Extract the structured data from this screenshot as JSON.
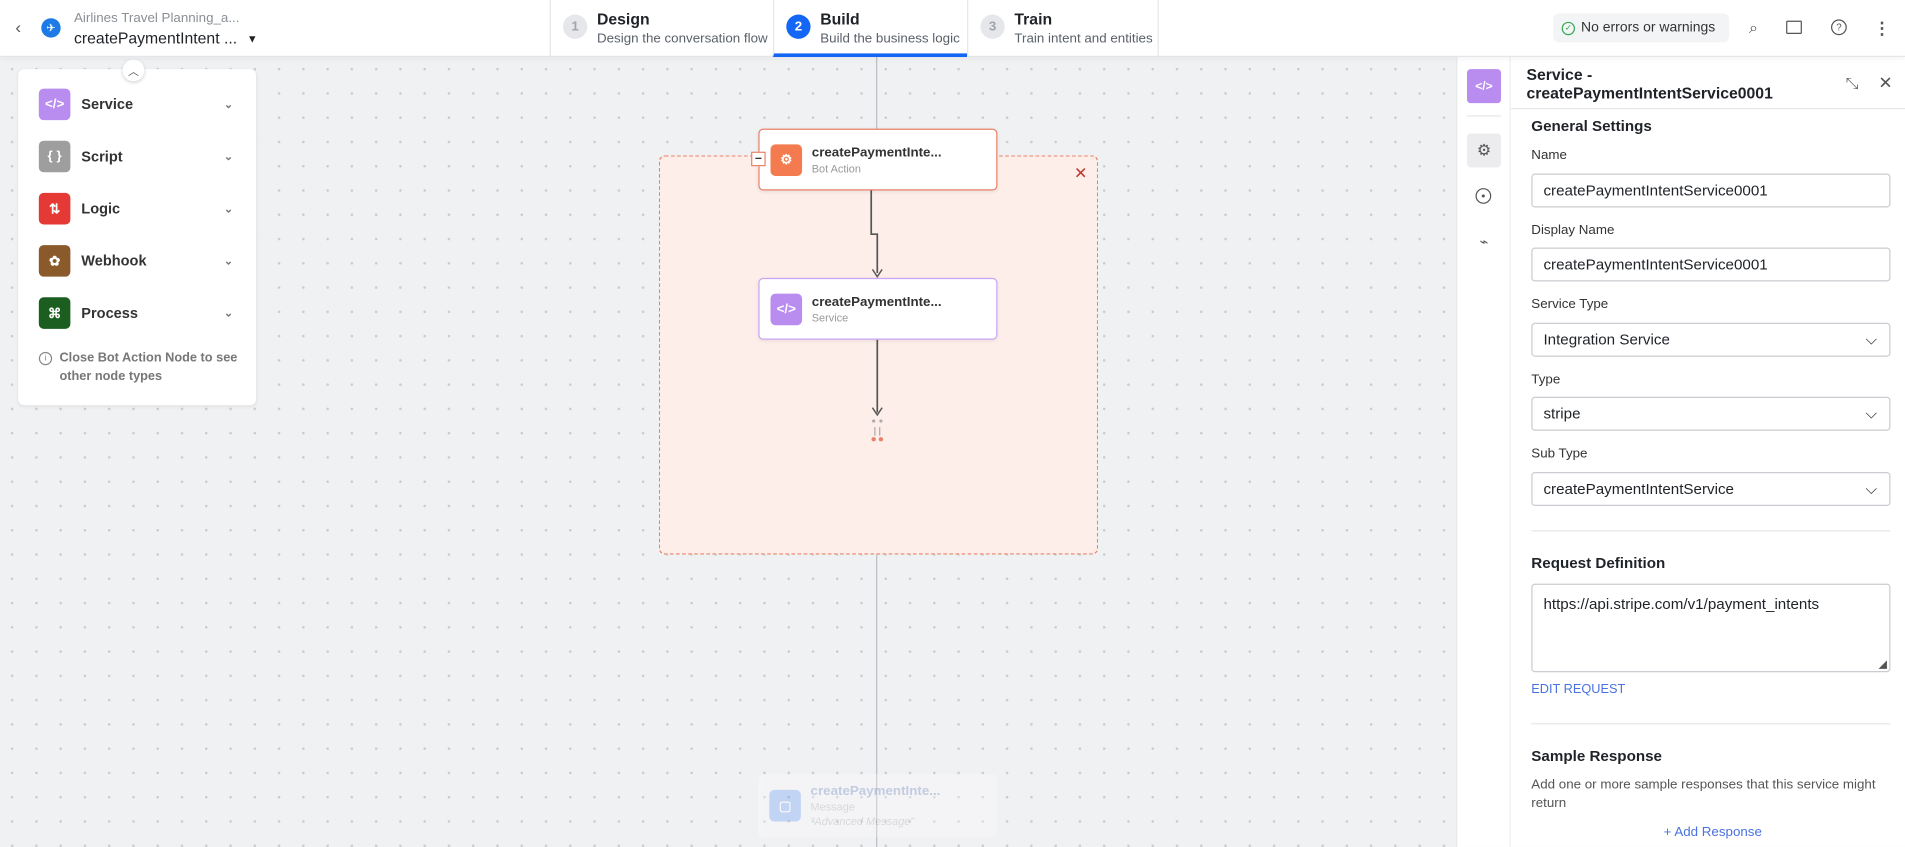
{
  "header": {
    "project_name": "Airlines Travel Planning_a...",
    "dialog_name": "createPaymentIntent ...",
    "tabs": [
      {
        "num": "1",
        "title": "Design",
        "subtitle": "Design the conversation flow",
        "active": false
      },
      {
        "num": "2",
        "title": "Build",
        "subtitle": "Build the business logic",
        "active": true
      },
      {
        "num": "3",
        "title": "Train",
        "subtitle": "Train intent and entities",
        "active": false
      }
    ],
    "status": "No errors or warnings",
    "status_color": "#34a853",
    "accent": "#1466f5"
  },
  "palette": {
    "items": [
      {
        "label": "Service",
        "icon": "code-icon",
        "glyph": "</>",
        "color": "#b98cf0"
      },
      {
        "label": "Script",
        "icon": "braces-icon",
        "glyph": "{ }",
        "color": "#9e9e9e"
      },
      {
        "label": "Logic",
        "icon": "logic-icon",
        "glyph": "⇅",
        "color": "#e53935"
      },
      {
        "label": "Webhook",
        "icon": "webhook-icon",
        "glyph": "✿",
        "color": "#8b5a2b"
      },
      {
        "label": "Process",
        "icon": "process-icon",
        "glyph": "⌘",
        "color": "#1b5e20"
      }
    ],
    "info": "Close Bot Action Node to see other node types"
  },
  "canvas": {
    "bot_action": {
      "title": "createPaymentInte...",
      "type": "Bot Action",
      "color": "#f47b4f"
    },
    "service": {
      "title": "createPaymentInte...",
      "type": "Service",
      "color": "#b98cf0"
    },
    "message": {
      "title": "createPaymentInte...",
      "type": "Message",
      "text": "\"Advanced Message\""
    }
  },
  "panel": {
    "title": "Service - createPaymentIntentService0001",
    "general_settings": "General Settings",
    "name_label": "Name",
    "name_value": "createPaymentIntentService0001",
    "display_name_label": "Display Name",
    "display_name_value": "createPaymentIntentService0001",
    "service_type_label": "Service Type",
    "service_type_value": "Integration Service",
    "type_label": "Type",
    "type_value": "stripe",
    "sub_type_label": "Sub Type",
    "sub_type_value": "createPaymentIntentService",
    "request_definition": "Request Definition",
    "request_url": "https://api.stripe.com/v1/payment_intents",
    "edit_request": "EDIT REQUEST",
    "sample_response": "Sample Response",
    "sample_response_desc": "Add one or more sample responses that this service might return",
    "add_response": "+ Add Response"
  }
}
